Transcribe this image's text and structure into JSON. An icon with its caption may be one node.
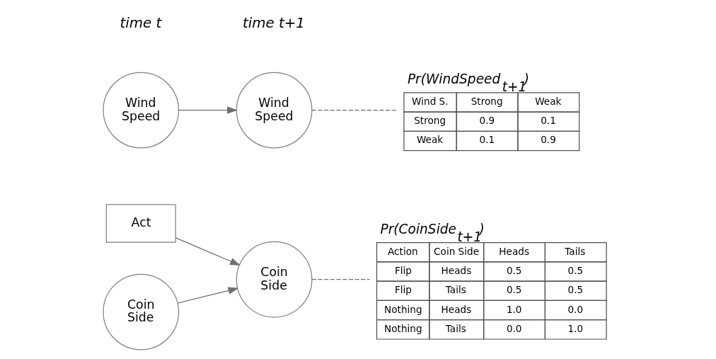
{
  "diagram": {
    "nodes": [
      {
        "text": [
          "Act"
        ]
      },
      {
        "text": [
          "Coin Side"
        ]
      },
      {
        "text": [
          "Coin Side"
        ]
      },
      {
        "text": [
          "Pr(CoinSide$_{t+1}$)",
          "Action",
          "Coin Side",
          "Heads",
          "Tails",
          "Flip",
          "Heads",
          "0.5",
          "0.5",
          "Flip",
          "Tails",
          "0.5",
          "0.5",
          "Nothing",
          "Heads",
          "1.0",
          "0.0",
          "Nothing",
          "Tails",
          "0.0",
          "1.0"
        ]
      },
      {
        "text": [
          "Wind Speed"
        ]
      },
      {
        "text": [
          "Wind Speed"
        ]
      },
      {
        "text": [
          "Pr(WindSpeed$_{t+1}$)",
          "Wind S.",
          "Strong",
          "Weak",
          "Strong",
          "0.9",
          "0.1",
          "Weak",
          "0.1",
          "0.9"
        ]
      }
    ],
    "edges": [
      {
        "from": 0,
        "to": 2,
        "arrow": "to"
      },
      {
        "from": 1,
        "to": 2,
        "arrow": "to"
      },
      {
        "from": 2,
        "to": 3,
        "arrow": "none",
        "style": "dashed"
      },
      {
        "from": 4,
        "to": 5,
        "arrow": "to"
      },
      {
        "from": 5,
        "to": 6,
        "arrow": "none",
        "style": "dashed"
      }
    ],
    "labels": [
      "time t",
      "time t+1"
    ]
  }
}
